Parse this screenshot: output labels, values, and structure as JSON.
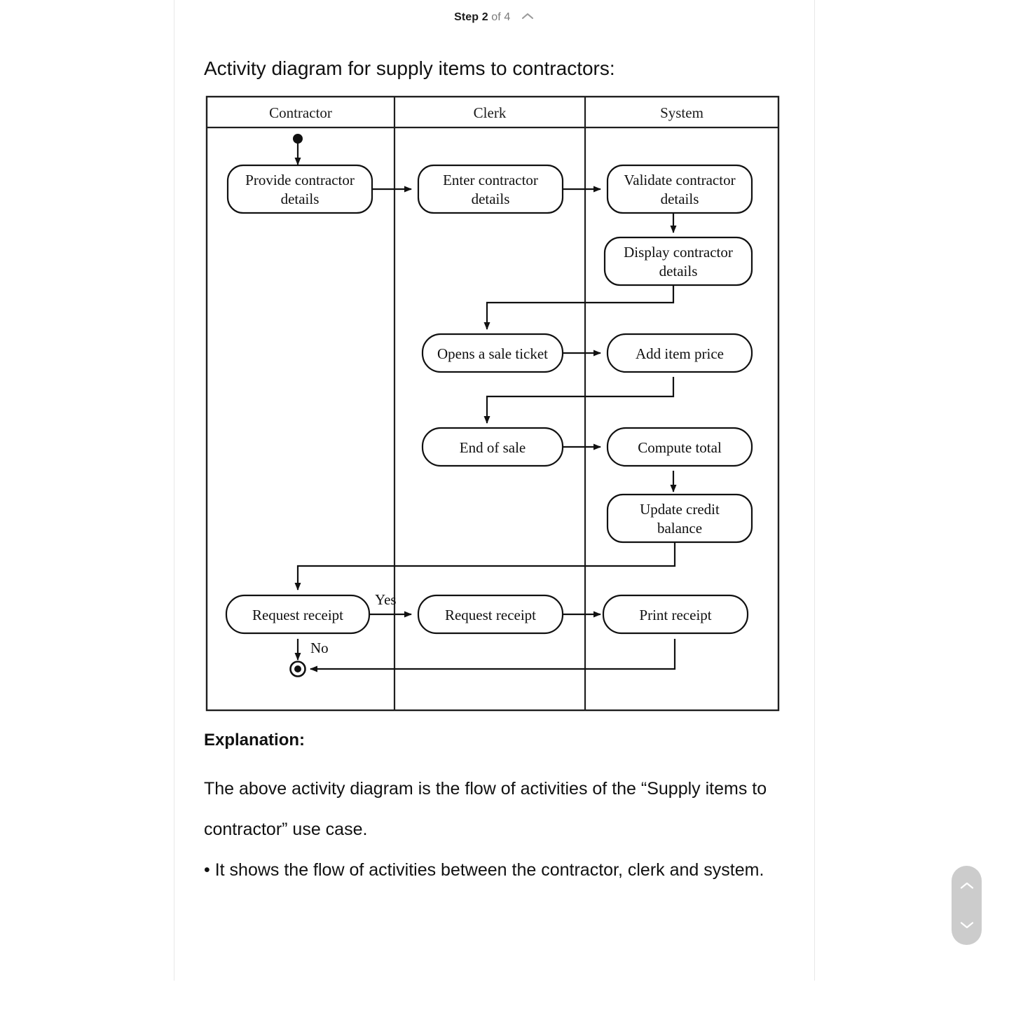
{
  "header": {
    "step_strong": "Step 2",
    "step_of": "of 4",
    "collapse_icon": "chevron-up-icon"
  },
  "content": {
    "title": "Activity diagram for supply items to contractors:",
    "explanation_heading": "Explanation:",
    "explanation_paragraphs": [
      "The above activity diagram is the flow of activities of the “Supply items to contractor” use case.",
      "• It shows the flow of activities between the contractor, clerk and system."
    ]
  },
  "scroll_nav": {
    "up_icon": "chevron-up-icon",
    "down_icon": "chevron-down-icon"
  },
  "chart_data": {
    "type": "diagram",
    "diagram_kind": "uml-activity-swimlane",
    "title": "Activity diagram for supply items to contractors:",
    "lanes": [
      "Contractor",
      "Clerk",
      "System"
    ],
    "nodes": [
      {
        "id": "start",
        "lane": "Contractor",
        "label": "",
        "shape": "initial-node"
      },
      {
        "id": "n1",
        "lane": "Contractor",
        "label": "Provide contractor details",
        "shape": "rounded-activity"
      },
      {
        "id": "n2",
        "lane": "Clerk",
        "label": "Enter contractor details",
        "shape": "rounded-activity"
      },
      {
        "id": "n3",
        "lane": "System",
        "label": "Validate contractor details",
        "shape": "rounded-activity"
      },
      {
        "id": "n4",
        "lane": "System",
        "label": "Display contractor details",
        "shape": "rounded-activity"
      },
      {
        "id": "n5",
        "lane": "Clerk",
        "label": "Opens a sale ticket",
        "shape": "rounded-activity"
      },
      {
        "id": "n6",
        "lane": "System",
        "label": "Add item price",
        "shape": "rounded-activity"
      },
      {
        "id": "n7",
        "lane": "Clerk",
        "label": "End of sale",
        "shape": "rounded-activity"
      },
      {
        "id": "n8",
        "lane": "System",
        "label": "Compute total",
        "shape": "rounded-activity"
      },
      {
        "id": "n9",
        "lane": "System",
        "label": "Update credit balance",
        "shape": "rounded-activity"
      },
      {
        "id": "n10",
        "lane": "Contractor",
        "label": "Request receipt",
        "shape": "rounded-activity"
      },
      {
        "id": "n11",
        "lane": "Clerk",
        "label": "Request receipt",
        "shape": "rounded-activity"
      },
      {
        "id": "n12",
        "lane": "System",
        "label": "Print receipt",
        "shape": "rounded-activity"
      },
      {
        "id": "end",
        "lane": "Contractor",
        "label": "",
        "shape": "final-node"
      }
    ],
    "edges": [
      {
        "from": "start",
        "to": "n1",
        "label": ""
      },
      {
        "from": "n1",
        "to": "n2",
        "label": ""
      },
      {
        "from": "n2",
        "to": "n3",
        "label": ""
      },
      {
        "from": "n3",
        "to": "n4",
        "label": ""
      },
      {
        "from": "n4",
        "to": "n5",
        "label": ""
      },
      {
        "from": "n5",
        "to": "n6",
        "label": ""
      },
      {
        "from": "n6",
        "to": "n7",
        "label": ""
      },
      {
        "from": "n7",
        "to": "n8",
        "label": ""
      },
      {
        "from": "n8",
        "to": "n9",
        "label": ""
      },
      {
        "from": "n9",
        "to": "n10",
        "label": ""
      },
      {
        "from": "n10",
        "to": "n11",
        "label": "Yes"
      },
      {
        "from": "n10",
        "to": "end",
        "label": "No"
      },
      {
        "from": "n11",
        "to": "n12",
        "label": ""
      },
      {
        "from": "n12",
        "to": "end",
        "label": ""
      }
    ],
    "guards": [
      "Yes",
      "No"
    ]
  }
}
